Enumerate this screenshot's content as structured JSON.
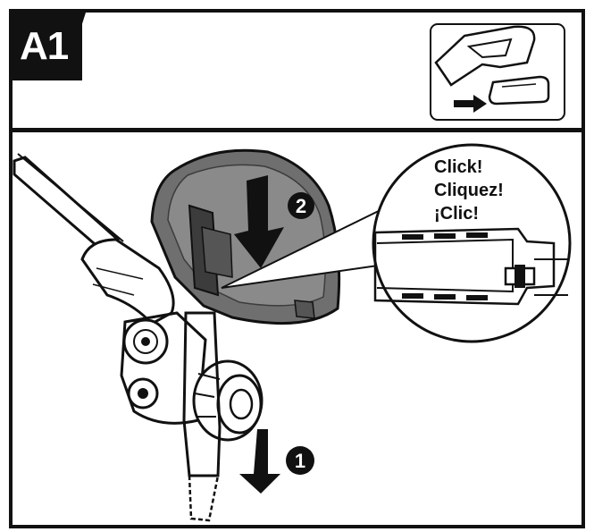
{
  "step": {
    "label": "A1"
  },
  "callout": {
    "lines": [
      "Click!",
      "Cliquez!",
      "¡Clic!"
    ]
  },
  "markers": [
    {
      "id": "step-2",
      "label": "2"
    },
    {
      "id": "step-1",
      "label": "1"
    }
  ],
  "colors": {
    "ink": "#111111",
    "guard": "#6f6f6f",
    "guard_dark": "#3c3c3c",
    "paper": "#ffffff"
  }
}
